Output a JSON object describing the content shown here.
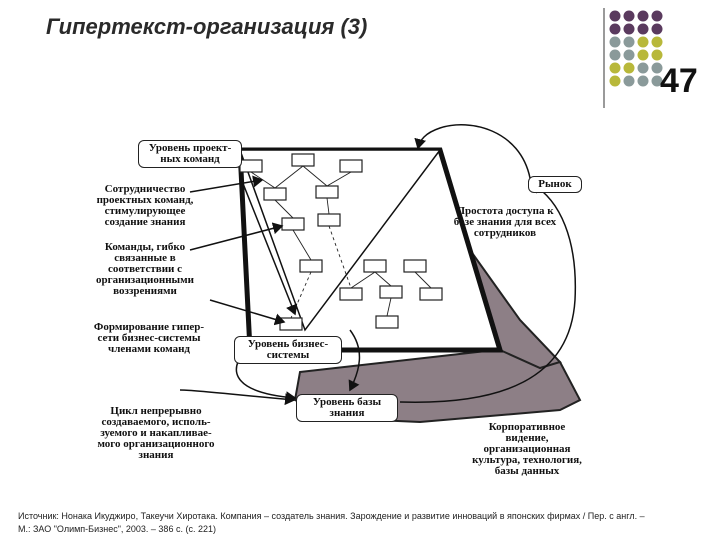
{
  "slide": {
    "title": "Гипертекст-организация (3)",
    "page_number": "47",
    "source_note": "Источник: Нонака Икуджиро, Такеучи Хиротака. Компания – создатель знания. Зарождение и развитие инноваций в японских фирмах / Пер. с англ. – М.: ЗАО \"Олимп-Бизнес\", 2003. – 386 с. (с. 221)"
  },
  "diagram": {
    "project_level": "Уровень проект-ных команд",
    "cooperation": "Сотрудничество проектных команд, стимулирующее создание знания",
    "flexible_teams": "Команды, гибко связанные в соответствии с организационными воззрениями",
    "hypernet_formation": "Формирование гипер-сети бизнес-системы членами команд",
    "business_level": "Уровень бизнес-системы",
    "knowledge_cycle": "Цикл непрерывно создаваемого, исполь-зуемого и накапливае-мого организационного знания",
    "knowledge_level": "Уровень базы знания",
    "market": "Рынок",
    "easy_access": "Простота доступа к базе знания для всех сотрудников",
    "corporate_vision": "Корпоративное видение, организационная культура, технология, базы данных"
  },
  "colors": {
    "dot_purple": "#5a3a5e",
    "dot_olive": "#b8b83a",
    "dot_gray": "#8a9a9a",
    "knowledge_fill": "#8d7f86"
  }
}
